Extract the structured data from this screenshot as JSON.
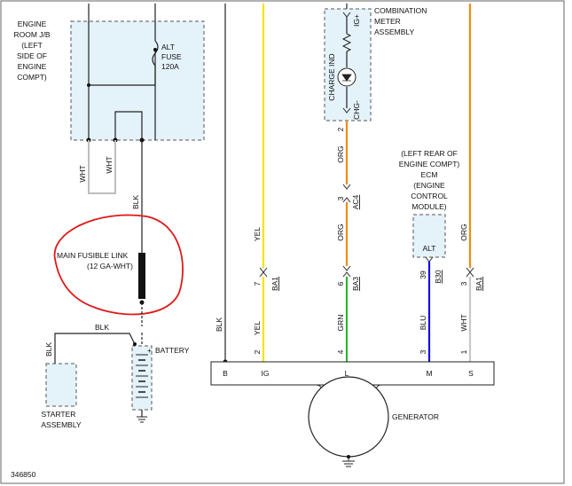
{
  "engine_room_jb": {
    "label": [
      "ENGINE",
      "ROOM J/B",
      "(LEFT",
      "SIDE OF",
      "ENGINE",
      "COMPT)"
    ]
  },
  "alt_fuse": {
    "label": [
      "ALT",
      "FUSE",
      "120A"
    ]
  },
  "combination_meter": {
    "label": [
      "COMBINATION",
      "METER",
      "ASSEMBLY"
    ],
    "charge_ind": "CHARGE IND",
    "pin_top": "IG+",
    "pin_bottom": "CHG-"
  },
  "ecm": {
    "label": [
      "(LEFT REAR OF",
      "ENGINE COMPT)",
      "ECM",
      "(ENGINE",
      "CONTROL",
      "MODULE)"
    ],
    "pin": "ALT"
  },
  "main_fusible_link": {
    "label": [
      "MAIN FUSIBLE LINK",
      "(12 GA-WHT)"
    ]
  },
  "battery": {
    "label": "BATTERY",
    "plus": "+",
    "minus": "−"
  },
  "starter": {
    "label": [
      "STARTER",
      "ASSEMBLY"
    ]
  },
  "generator": {
    "label": "GENERATOR",
    "terminals": [
      "B",
      "IG",
      "L",
      "M",
      "S"
    ]
  },
  "wires": {
    "wht1": "WHT",
    "wht2": "WHT",
    "blk_fl": "BLK",
    "blk_batt": "BLK",
    "blk_starter": "BLK",
    "blk_gen": "BLK",
    "yel_top": "YEL",
    "yel_bot": "YEL",
    "org1": "ORG",
    "org2": "ORG",
    "grn": "GRN",
    "blu": "BLU",
    "org_s": "ORG",
    "wht_s": "WHT"
  },
  "connectors": {
    "ba1_left": {
      "name": "BA1",
      "pin": "7"
    },
    "ac4": {
      "name": "AC4",
      "pin": "3"
    },
    "ba3": {
      "name": "BA3",
      "pin": "6"
    },
    "b30": {
      "name": "B30",
      "pin": "39"
    },
    "ba1_right": {
      "name": "BA1",
      "pin": "3"
    },
    "meter_pin": "2"
  },
  "gen_pins": {
    "ig": "2",
    "l": "4",
    "m": "3",
    "s": "1"
  },
  "diagram_id": "346850",
  "colors": {
    "yellow_wire": "#f5e400",
    "orange_wire": "#f08a16",
    "green_wire": "#2db82d",
    "blue_wire": "#1010d8",
    "grey_wire": "#c8c8c8",
    "white_wire": "#bdbdbd",
    "highlight": "#e01818",
    "box_fill": "#e4f2fa"
  }
}
